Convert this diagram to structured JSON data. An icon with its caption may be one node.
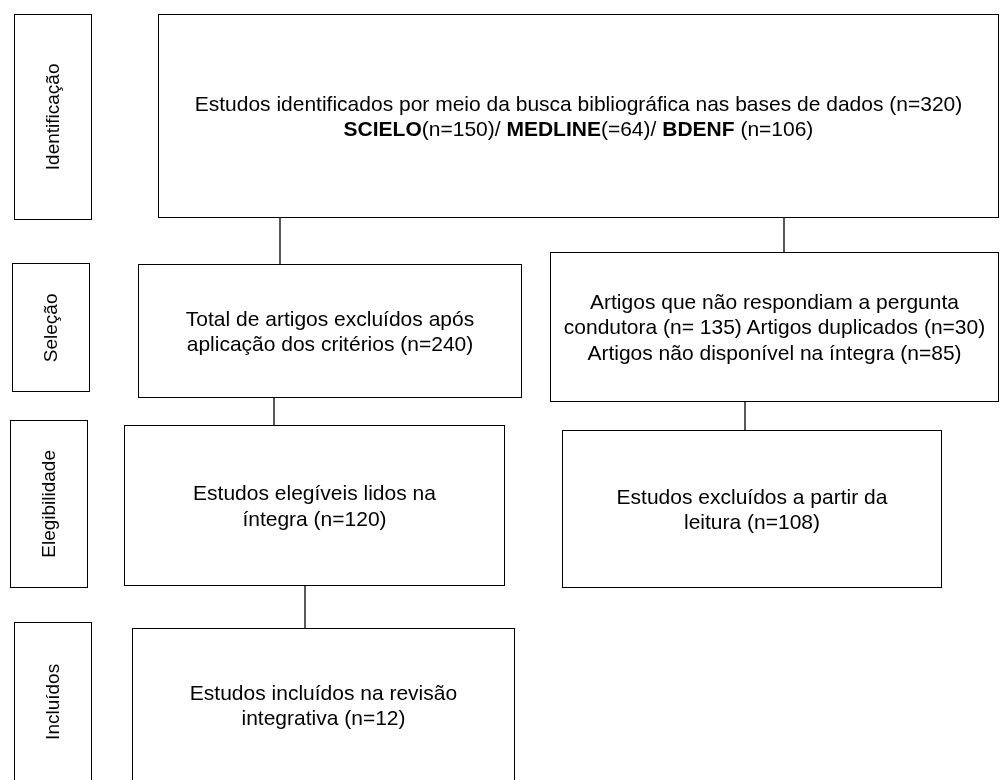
{
  "diagram": {
    "nodes": [
      {
        "text": [
          "Identificação"
        ]
      },
      {
        "text": [
          "Estudos identificados por meio da busca bibliográfica nas bases de dados (n=320)",
          "**SCIELO**(n=150)/ **MEDLINE**(=64)/ **BDENF** (n=106)"
        ]
      },
      {
        "text": [
          "Seleção"
        ]
      },
      {
        "text": [
          "Total de artigos excluídos após aplicação dos critérios (n=240)"
        ]
      },
      {
        "text": [
          "Artigos que não respondiam a pergunta condutora (n= 135) Artigos duplicados (n=30) Artigos não disponível na íntegra (n=85)"
        ]
      },
      {
        "text": [
          "Elegibilidade"
        ]
      },
      {
        "text": [
          "Estudos elegíveis lidos na íntegra (n=120)"
        ]
      },
      {
        "text": [
          "Estudos excluídos a partir da leitura (n=108)"
        ]
      },
      {
        "text": [
          "Incluídos"
        ]
      },
      {
        "text": [
          "Estudos incluídos na revisão integrativa (n=12)"
        ]
      }
    ],
    "edges": [
      {
        "from": 1,
        "to": 3,
        "arrow": "none"
      },
      {
        "from": 1,
        "to": 4,
        "arrow": "none"
      },
      {
        "from": 3,
        "to": 6,
        "arrow": "none"
      },
      {
        "from": 4,
        "to": 7,
        "arrow": "none"
      },
      {
        "from": 6,
        "to": 9,
        "arrow": "none"
      }
    ]
  }
}
